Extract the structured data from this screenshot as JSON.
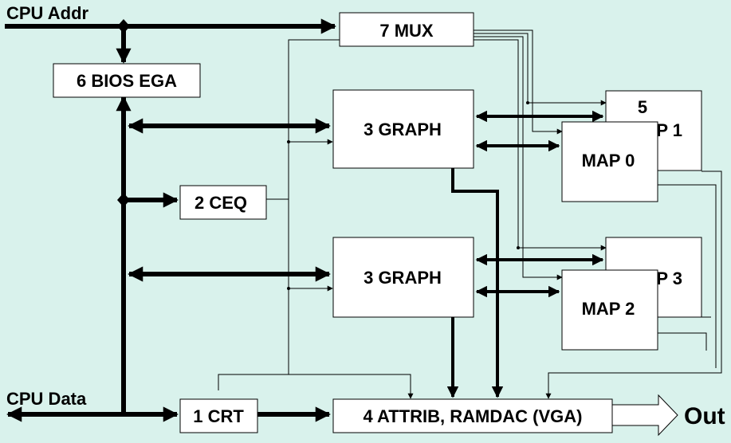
{
  "diagram": {
    "labels": {
      "cpu_addr": "CPU Addr",
      "cpu_data": "CPU Data",
      "out": "Out",
      "mux": "7 MUX",
      "bios": "6 BIOS EGA",
      "graph_top": "3 GRAPH",
      "graph_bottom": "3 GRAPH",
      "ceq": "2 CEQ",
      "crt": "1 CRT",
      "attrib": "4 ATTRIB, RAMDAC (VGA)",
      "map5": "5",
      "map1": "P 1",
      "map0": "MAP 0",
      "map3": "P 3",
      "map2": "MAP 2"
    }
  }
}
